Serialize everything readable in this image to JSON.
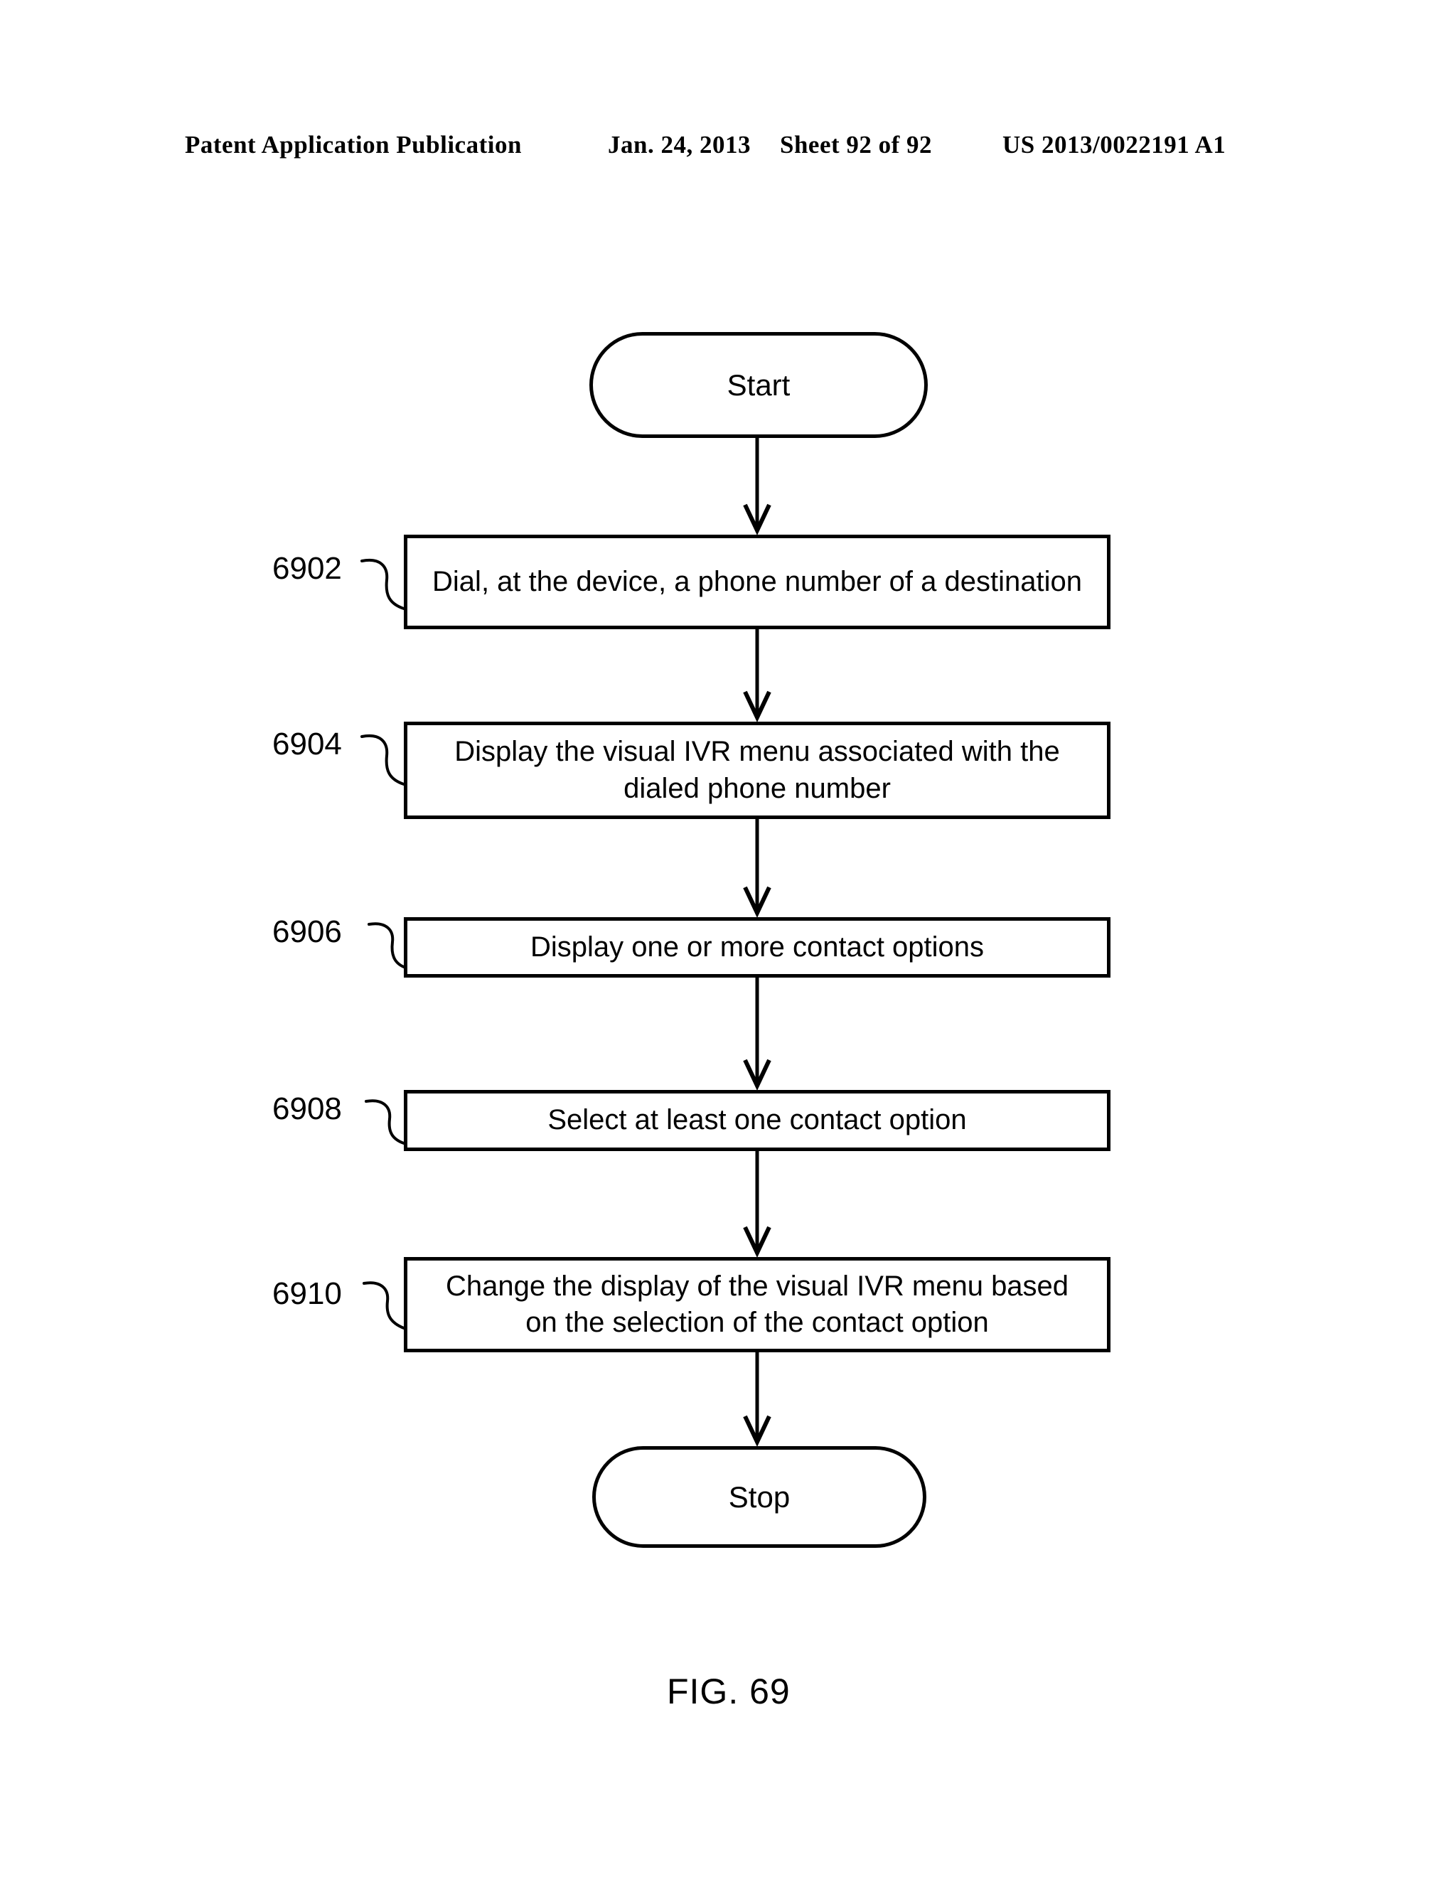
{
  "header": {
    "publication": "Patent Application Publication",
    "date": "Jan. 24, 2013",
    "sheet": "Sheet 92 of 92",
    "patent_number": "US 2013/0022191 A1"
  },
  "flowchart": {
    "start_label": "Start",
    "stop_label": "Stop",
    "steps": [
      {
        "ref": "6902",
        "text": "Dial, at the device, a phone number of a destination"
      },
      {
        "ref": "6904",
        "text": "Display the visual IVR menu associated with the dialed phone number"
      },
      {
        "ref": "6906",
        "text": "Display one or more contact options"
      },
      {
        "ref": "6908",
        "text": "Select at least one contact option"
      },
      {
        "ref": "6910",
        "text": "Change the display of the visual IVR menu based on the selection of the contact option"
      }
    ]
  },
  "figure_caption": "FIG. 69",
  "colors": {
    "ink": "#000000",
    "background": "#ffffff"
  }
}
